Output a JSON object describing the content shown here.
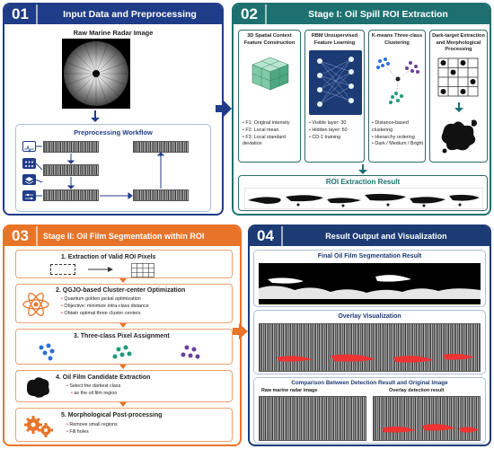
{
  "colors": {
    "blue": "#1f3c88",
    "teal": "#1e7070",
    "orange": "#e8742a",
    "darkblue": "#1c3a73"
  },
  "panel1": {
    "num": "01",
    "title": "Input Data and Preprocessing",
    "image_label": "Raw Marine Radar Image",
    "workflow_title": "Preprocessing Workflow",
    "icons": [
      "waveform-icon",
      "grid-dots-icon",
      "layers-icon",
      "sliders-icon"
    ]
  },
  "panel2": {
    "num": "02",
    "title": "Stage I: Oil Spill ROI Extraction",
    "col1": {
      "title": "3D Spatial Context Feature Construction",
      "bullets": [
        "F1: Original intensity",
        "F2: Local mean",
        "F3: Local standard deviation"
      ]
    },
    "col2": {
      "title": "RBM Unsupervised Feature Learning",
      "bullets": [
        "Visible layer: 30",
        "Hidden layer: 50",
        "CD-1 training"
      ]
    },
    "col3": {
      "title": "K-means Three-class Clustering",
      "bullets": [
        "Distance-based clustering",
        "Hierarchy ordering",
        "Dark / Medium / Bright"
      ]
    },
    "col4": {
      "title": "Dark-target Extraction and Morphological Processing"
    },
    "result": "ROI Extraction Result"
  },
  "panel3": {
    "num": "03",
    "title": "Stage II: Oil Film Segmentation within ROI",
    "steps": [
      {
        "title": "1. Extraction of Valid ROI Pixels"
      },
      {
        "title": "2. QGJO-based Cluster-center Optimization",
        "bullets": [
          "Quantum golden jackal optimization",
          "Objective: minimize intra-class distance",
          "Obtain optimal three cluster centers"
        ]
      },
      {
        "title": "3. Three-class Pixel Assignment"
      },
      {
        "title": "4. Oil Film Candidate Extraction",
        "bullets": [
          "Select the darkest class",
          "as the oil film region"
        ]
      },
      {
        "title": "5. Morphological Post-processing",
        "bullets": [
          "Remove small regions",
          "Fill holes"
        ]
      }
    ]
  },
  "panel4": {
    "num": "04",
    "title": "Result Output and Visualization",
    "final": "Final Oil Film Segmentation Result",
    "overlay": "Overlay Visualization",
    "compare": "Comparison Between Detection Result and Original Image",
    "raw": "Raw marine radar image",
    "det": "Overlay detection result"
  }
}
